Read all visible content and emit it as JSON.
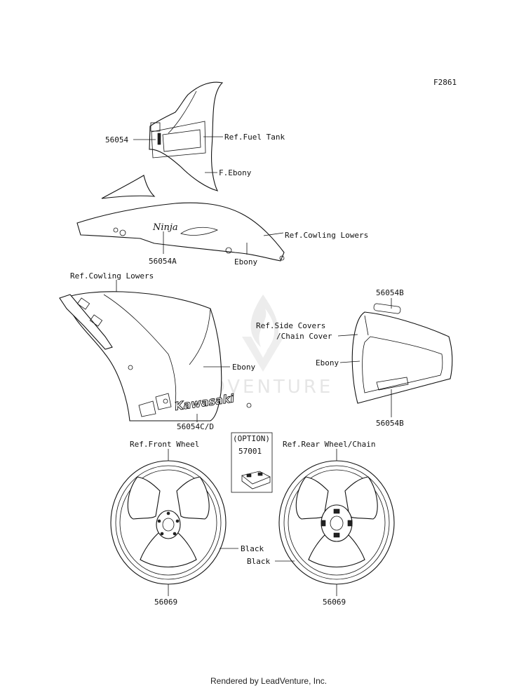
{
  "figure_id": "F2861",
  "watermark": "LEADVENTURE",
  "footer": "Rendered by LeadVenture, Inc.",
  "logos": [
    "Ninja",
    "Kawasaki"
  ],
  "labels": {
    "tank_part": "56054",
    "ref_fuel_tank": "Ref.Fuel Tank",
    "f_ebony": "F.Ebony",
    "ref_cowling_lowers_1": "Ref.Cowling Lowers",
    "upper_part": "56054A",
    "ebony_1": "Ebony",
    "ref_cowling_lowers_2": "Ref.Cowling Lowers",
    "seat_part_top": "56054B",
    "ref_side_covers": "Ref.Side Covers",
    "chain_cover": "/Chain Cover",
    "ebony_2": "Ebony",
    "ebony_3": "Ebony",
    "lower_part": "56054C/D",
    "seat_part_bottom": "56054B",
    "ref_front_wheel": "Ref.Front Wheel",
    "option": "(OPTION)",
    "option_part": "57001",
    "ref_rear_wheel": "Ref.Rear Wheel/Chain",
    "black_1": "Black",
    "black_2": "Black",
    "front_wheel_part": "56069",
    "rear_wheel_part": "56069"
  }
}
